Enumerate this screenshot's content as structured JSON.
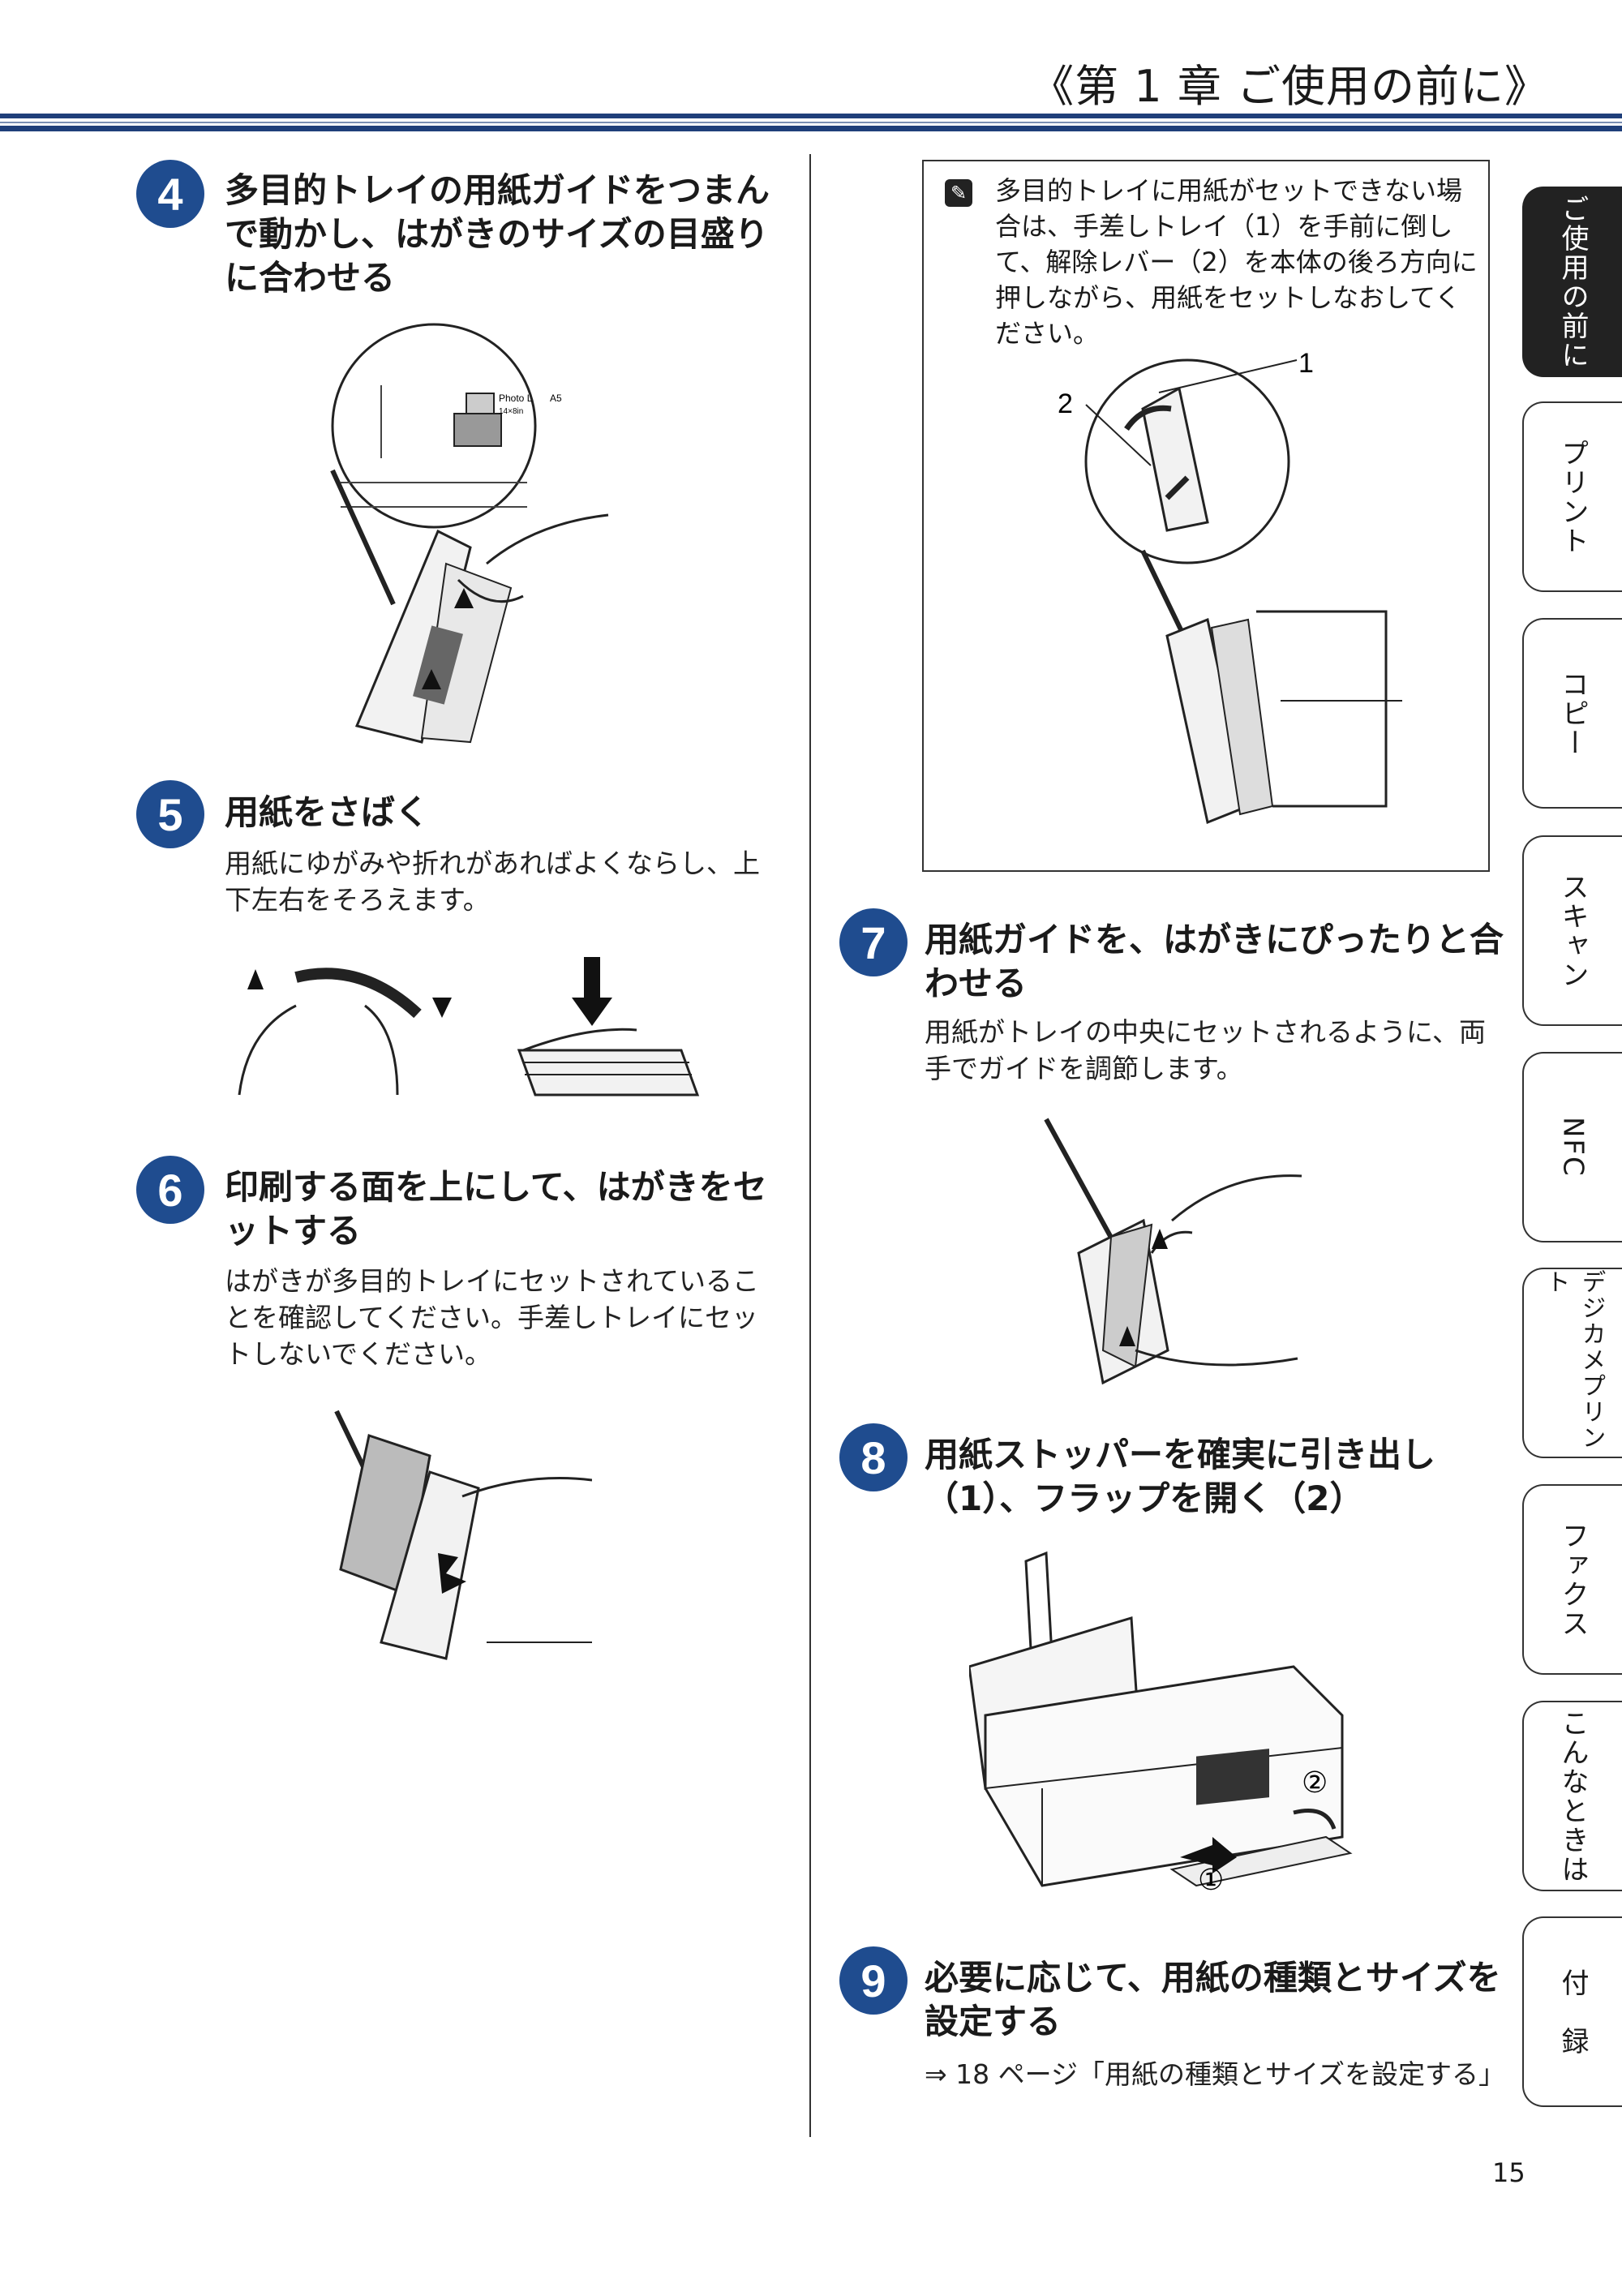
{
  "header": {
    "chapter_title": "《第 1 章 ご使用の前に》"
  },
  "steps": [
    {
      "number": "4",
      "title": "多目的トレイの用紙ガイドをつまんで動かし、はがきのサイズの目盛りに合わせる",
      "body": ""
    },
    {
      "number": "5",
      "title": "用紙をさばく",
      "body": "用紙にゆがみや折れがあればよくならし、上下左右をそろえます。"
    },
    {
      "number": "6",
      "title": "印刷する面を上にして、はがきをセットする",
      "body": "はがきが多目的トレイにセットされていることを確認してください。手差しトレイにセットしないでください。"
    },
    {
      "number": "7",
      "title": "用紙ガイドを、はがきにぴったりと合わせる",
      "body": "用紙がトレイの中央にセットされるように、両手でガイドを調節します。"
    },
    {
      "number": "8",
      "title": "用紙ストッパーを確実に引き出し（1）、フラップを開く（2）",
      "body": ""
    },
    {
      "number": "9",
      "title": "必要に応じて、用紙の種類とサイズを設定する",
      "body": "⇒ 18 ページ「用紙の種類とサイズを設定する」"
    }
  ],
  "note": {
    "icon": "note-pencil-icon",
    "text": "多目的トレイに用紙がセットできない場合は、手差しトレイ（1）を手前に倒して、解除レバー（2）を本体の後ろ方向に押しながら、用紙をセットしなおしてください。"
  },
  "illustrations": {
    "guide_labels": {
      "photo_l": "Photo L",
      "a5": "A5",
      "size_mark": "14×8in"
    },
    "note_callouts": {
      "one": "1",
      "two": "2"
    },
    "step8_callouts": {
      "one": "①",
      "two": "②"
    }
  },
  "side_tabs": [
    {
      "label": "ご使用の前に",
      "active": true
    },
    {
      "label": "プリント",
      "active": false
    },
    {
      "label": "コピー",
      "active": false
    },
    {
      "label": "スキャン",
      "active": false
    },
    {
      "label": "NFC",
      "active": false
    },
    {
      "label": "デジカメプリント",
      "active": false
    },
    {
      "label": "ファクス",
      "active": false
    },
    {
      "label": "こんなときは",
      "active": false
    },
    {
      "label": "付　録",
      "active": false
    }
  ],
  "page_number": "15"
}
